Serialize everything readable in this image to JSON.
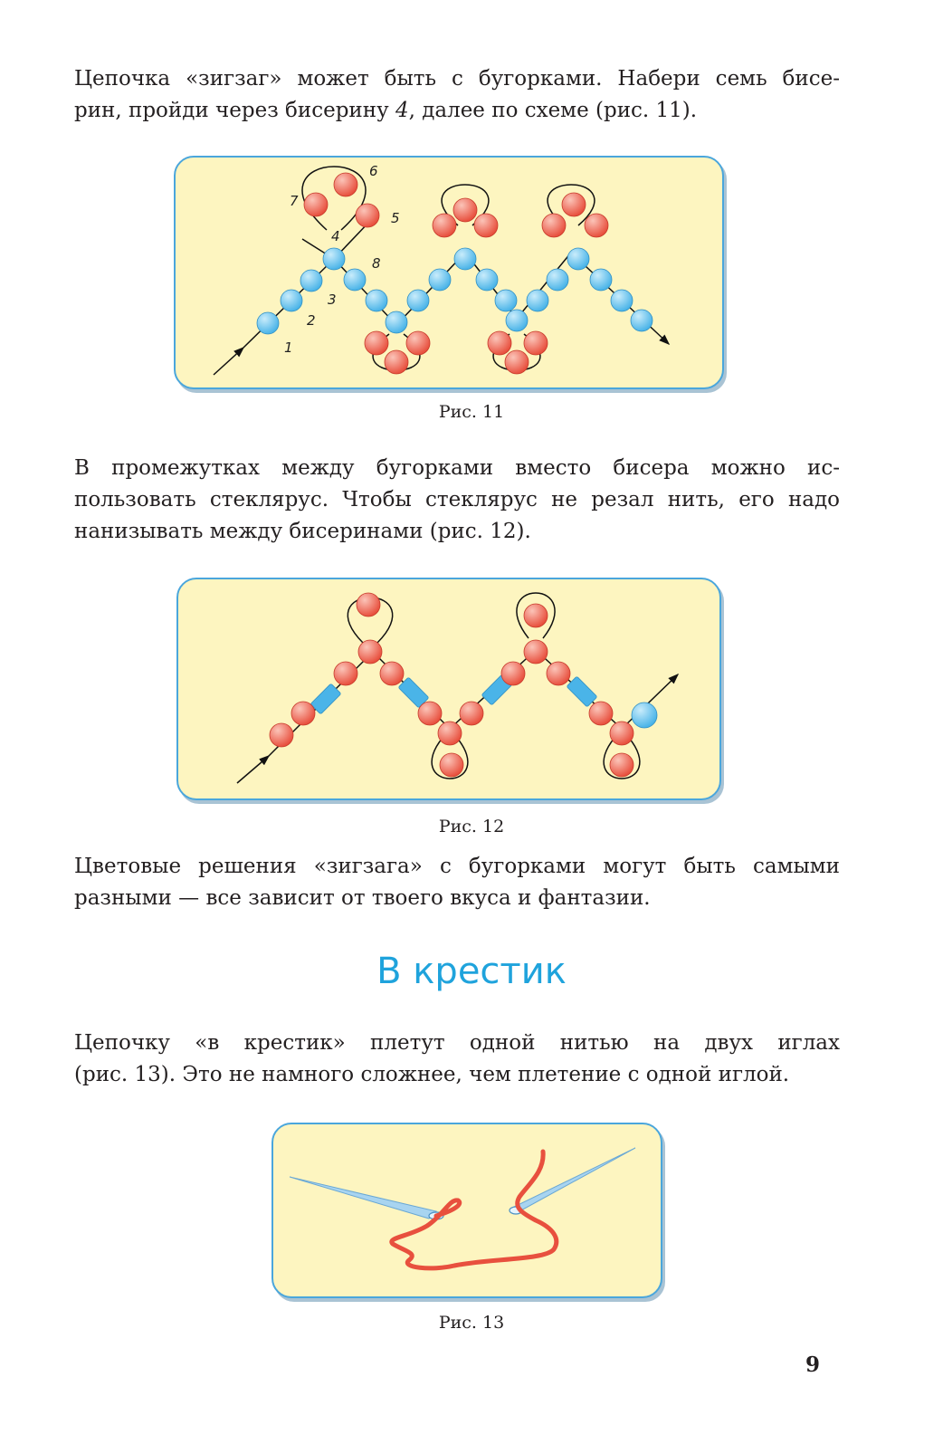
{
  "paragraphs": {
    "p1": {
      "line1": "Цепочка «зигзаг» может быть с бугорками. Набери семь бисе-",
      "line2_a": "рин, пройди через бисерину ",
      "line2_num": "4",
      "line2_b": ", далее по схеме (рис. 11)."
    },
    "p2": {
      "line1": "В промежутках между бугорками вместо бисера можно ис-",
      "line2": "пользовать стеклярус. Чтобы стеклярус не резал нить, его надо",
      "line3": "нанизывать между бисеринами (рис. 12)."
    },
    "p3": {
      "line1": "Цветовые решения «зигзага» с бугорками могут быть самыми",
      "line2": "разными — все зависит от твоего вкуса и фантазии."
    },
    "p4": {
      "line1": "Цепочку «в крестик» плетут одной нитью на двух иглах",
      "line2": "(рис. 13). Это не намного сложнее, чем плетение с одной иглой."
    }
  },
  "heading": "В крестик",
  "figures": {
    "fig11": {
      "caption": "Рис. 11",
      "labels": [
        "1",
        "2",
        "3",
        "4",
        "5",
        "6",
        "7",
        "8"
      ]
    },
    "fig12": {
      "caption": "Рис. 12"
    },
    "fig13": {
      "caption": "Рис. 13"
    }
  },
  "colors": {
    "bead_blue": "#4ab4e8",
    "bead_red": "#e8503e",
    "panel": "#fdf5c0",
    "border": "#4aa6dc",
    "heading": "#1fa3dc",
    "thread": "#e8503e"
  },
  "page_number": "9"
}
